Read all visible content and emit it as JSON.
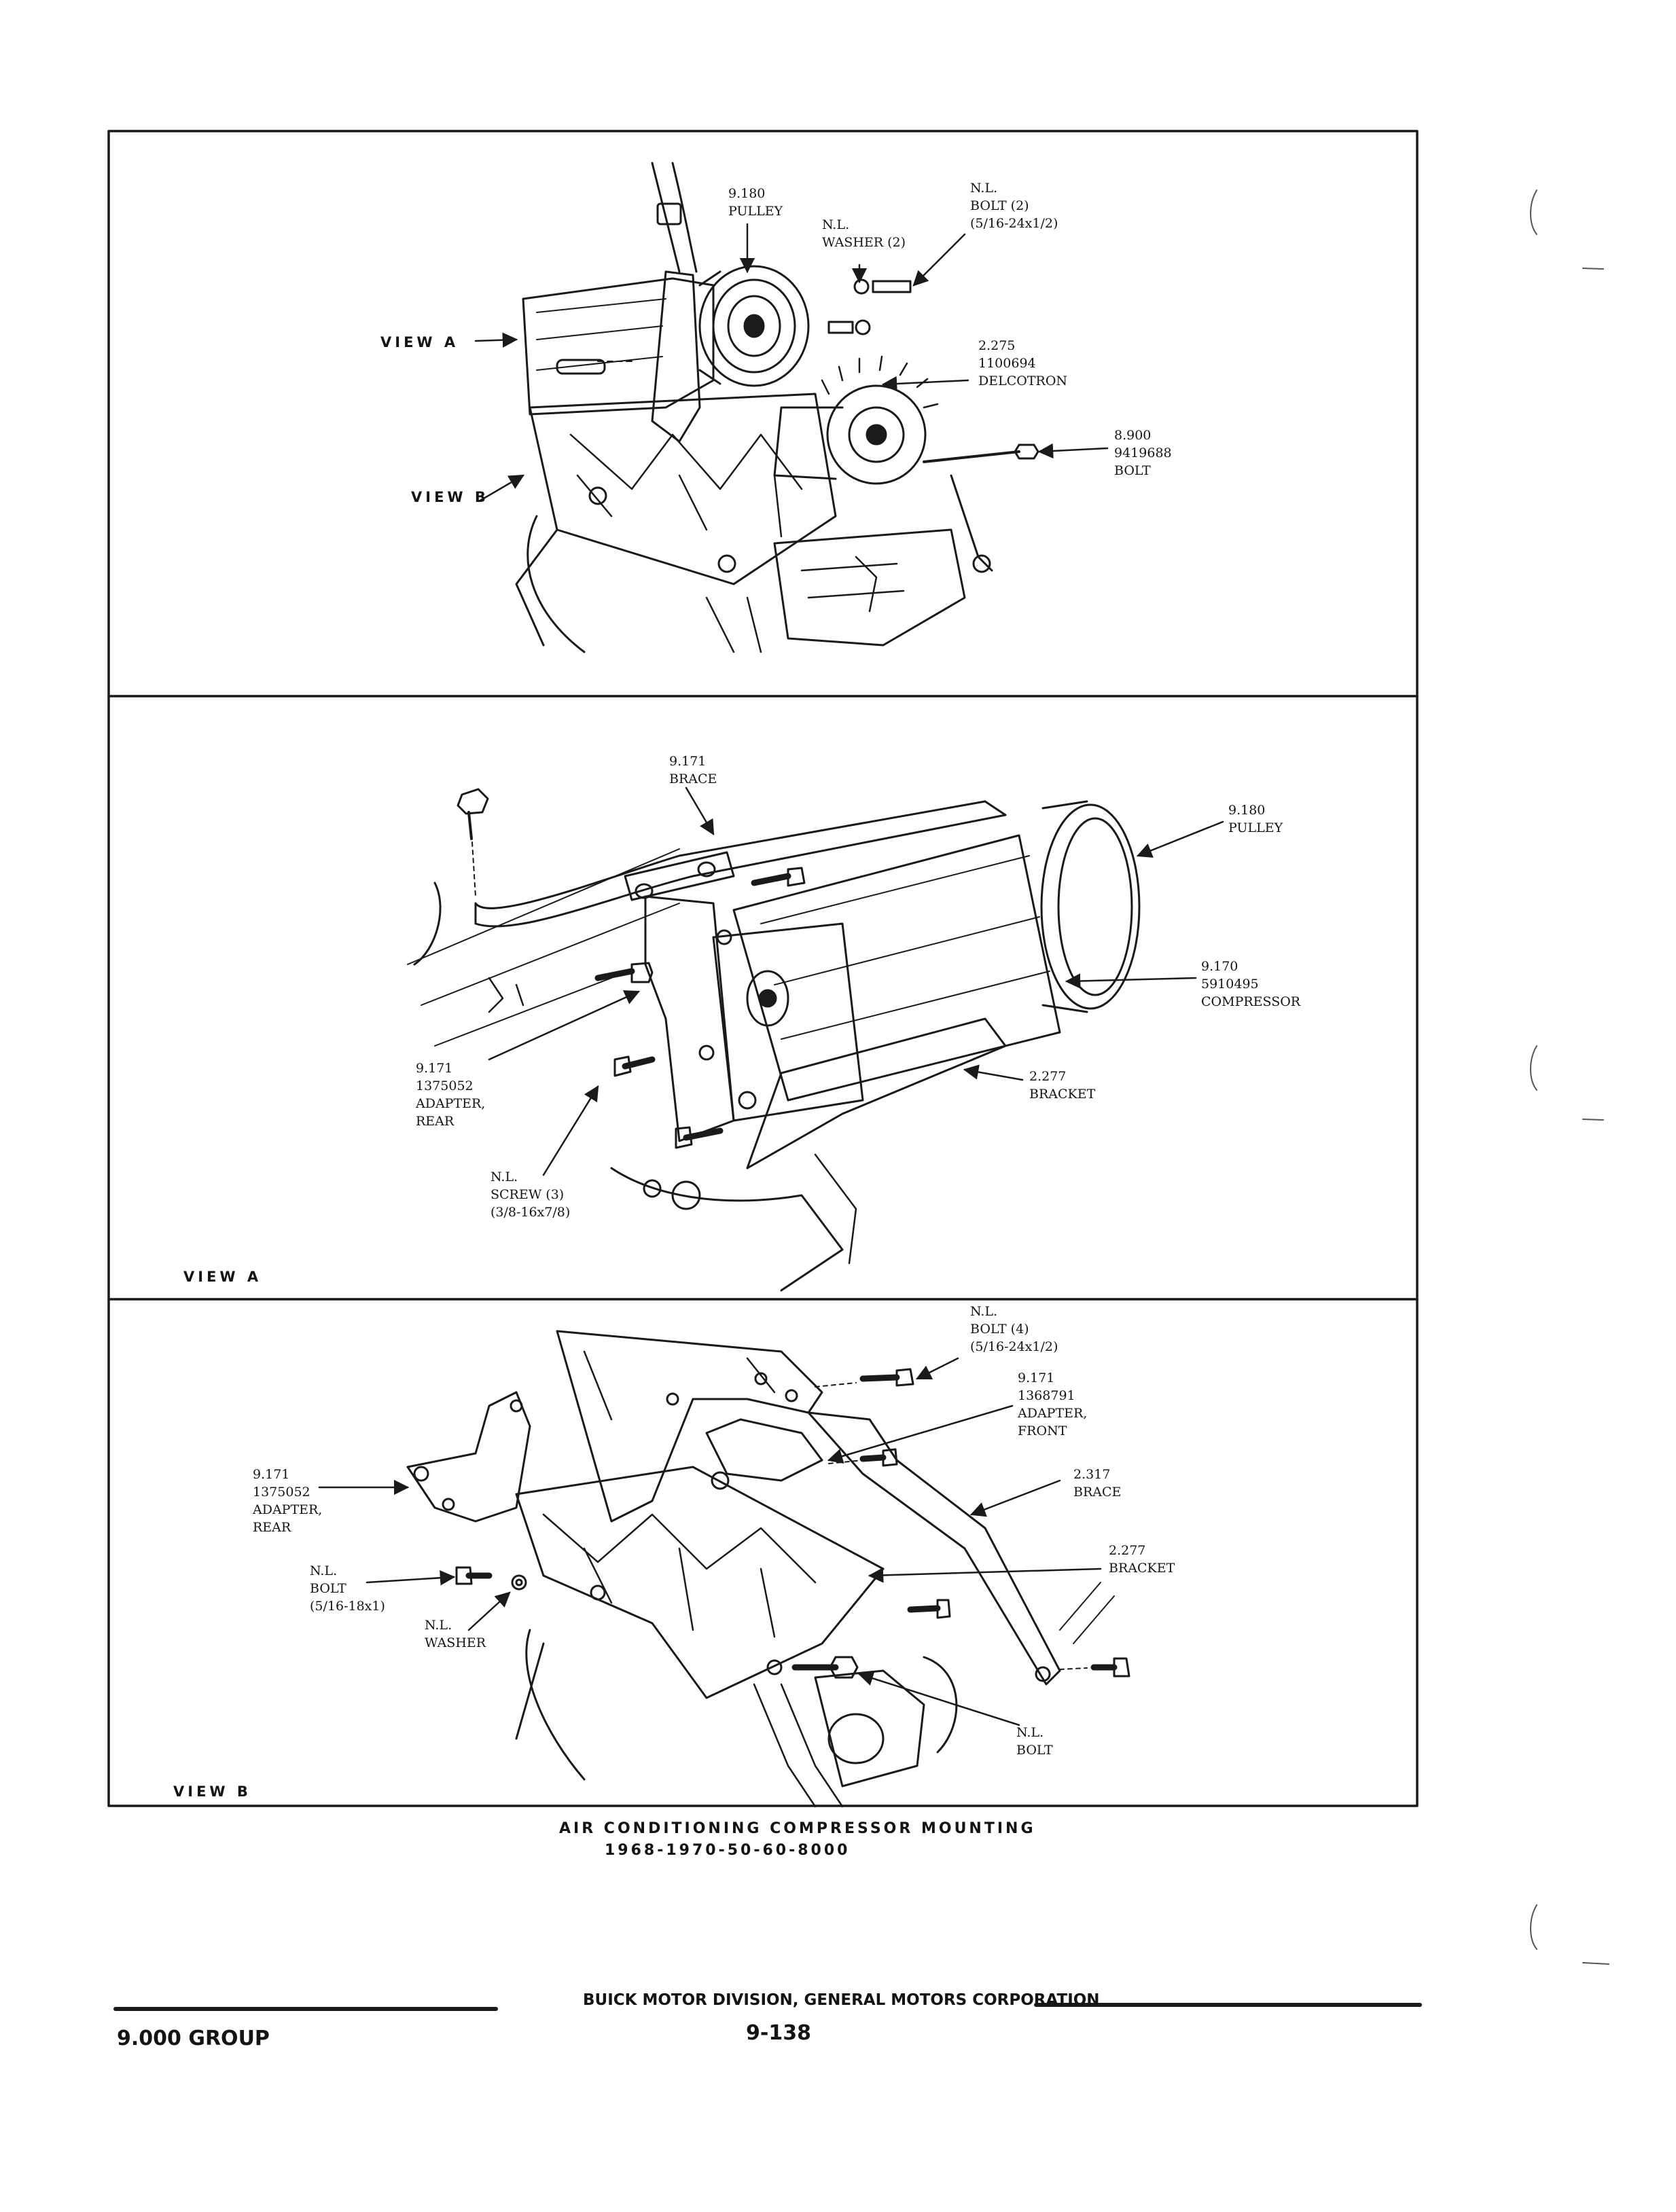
{
  "panel_top": {
    "view_labels": [
      "VIEW A",
      "VIEW B"
    ],
    "callouts": [
      {
        "lines": [
          "9.180",
          "PULLEY"
        ]
      },
      {
        "lines": [
          "N.L.",
          "WASHER (2)"
        ]
      },
      {
        "lines": [
          "N.L.",
          "BOLT (2)",
          "(5/16-24x1/2)"
        ]
      },
      {
        "lines": [
          "2.275",
          "1100694",
          "DELCOTRON"
        ]
      },
      {
        "lines": [
          "8.900",
          "9419688",
          "BOLT"
        ]
      }
    ]
  },
  "panel_view_a": {
    "label": "VIEW A",
    "callouts": [
      {
        "lines": [
          "9.171",
          "BRACE"
        ]
      },
      {
        "lines": [
          "9.180",
          "PULLEY"
        ]
      },
      {
        "lines": [
          "9.170",
          "5910495",
          "COMPRESSOR"
        ]
      },
      {
        "lines": [
          "9.171",
          "1375052",
          "ADAPTER,",
          "REAR"
        ]
      },
      {
        "lines": [
          "2.277",
          "BRACKET"
        ]
      },
      {
        "lines": [
          "N.L.",
          "SCREW (3)",
          "(3/8-16x7/8)"
        ]
      }
    ]
  },
  "panel_view_b": {
    "label": "VIEW B",
    "callouts": [
      {
        "lines": [
          "N.L.",
          "BOLT (4)",
          "(5/16-24x1/2)"
        ]
      },
      {
        "lines": [
          "9.171",
          "1368791",
          "ADAPTER,",
          "FRONT"
        ]
      },
      {
        "lines": [
          "9.171",
          "1375052",
          "ADAPTER,",
          "REAR"
        ]
      },
      {
        "lines": [
          "2.317",
          "BRACE"
        ]
      },
      {
        "lines": [
          "2.277",
          "BRACKET"
        ]
      },
      {
        "lines": [
          "N.L.",
          "BOLT",
          "(5/16-18x1)"
        ]
      },
      {
        "lines": [
          "N.L.",
          "WASHER"
        ]
      },
      {
        "lines": [
          "N.L.",
          "BOLT"
        ]
      }
    ]
  },
  "caption": {
    "title": "AIR CONDITIONING COMPRESSOR MOUNTING",
    "subtitle": "1968-1970-50-60-8000"
  },
  "footer": {
    "division": "BUICK MOTOR DIVISION, GENERAL MOTORS CORPORATION",
    "group": "9.000 GROUP",
    "page_number": "9-138"
  }
}
